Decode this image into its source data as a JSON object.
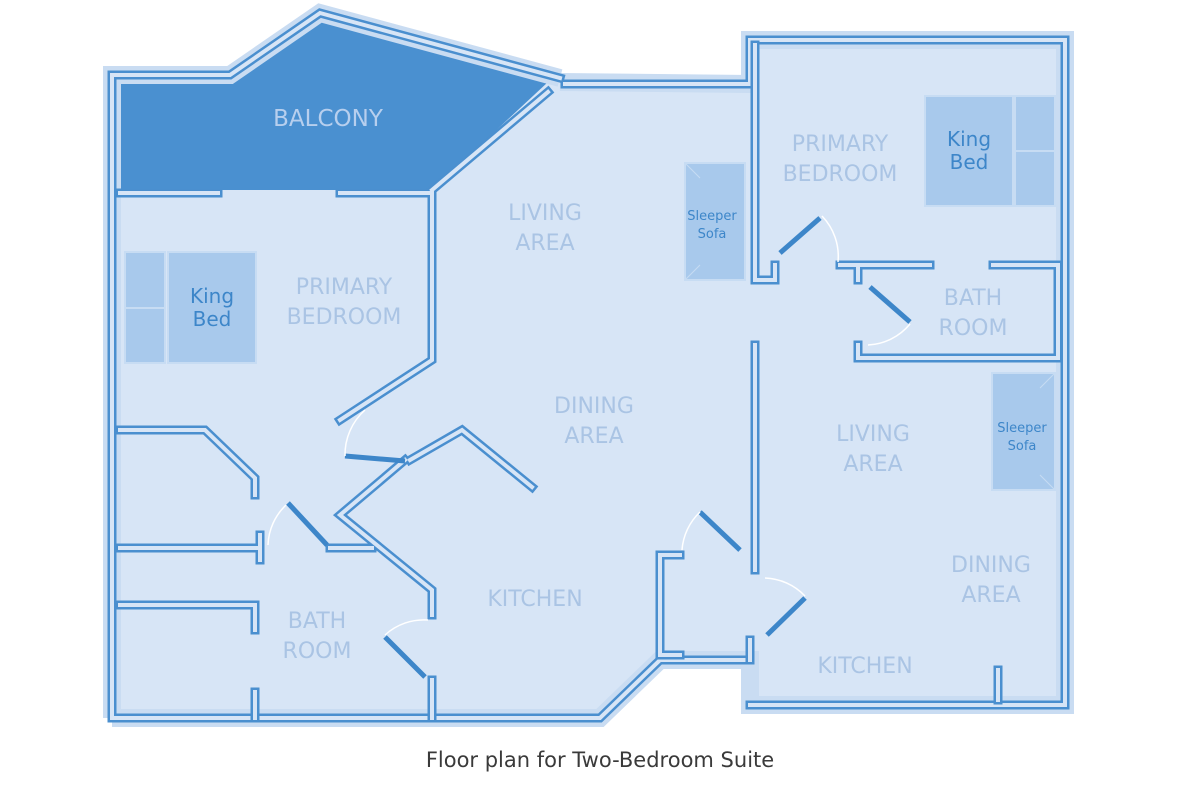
{
  "caption": "Floor plan for Two-Bedroom Suite",
  "colors": {
    "floor": "#d7e5f6",
    "wall": "#4a8fcf",
    "balcony": "#4a90d0",
    "furniture": "#a8c9ec",
    "room_label": "#aac4e4"
  },
  "left_unit": {
    "balcony": [
      "BALCONY"
    ],
    "bedroom": [
      "PRIMARY",
      "BEDROOM"
    ],
    "bed": [
      "King",
      "Bed"
    ],
    "living": [
      "LIVING",
      "AREA"
    ],
    "sofa": [
      "Sleeper",
      "Sofa"
    ],
    "dining": [
      "DINING",
      "AREA"
    ],
    "kitchen": [
      "KITCHEN"
    ],
    "bath": [
      "BATH",
      "ROOM"
    ]
  },
  "right_unit": {
    "bedroom": [
      "PRIMARY",
      "BEDROOM"
    ],
    "bed": [
      "King",
      "Bed"
    ],
    "bath": [
      "BATH",
      "ROOM"
    ],
    "living": [
      "LIVING",
      "AREA"
    ],
    "sofa": [
      "Sleeper",
      "Sofa"
    ],
    "dining": [
      "DINING",
      "AREA"
    ],
    "kitchen": [
      "KITCHEN"
    ]
  }
}
